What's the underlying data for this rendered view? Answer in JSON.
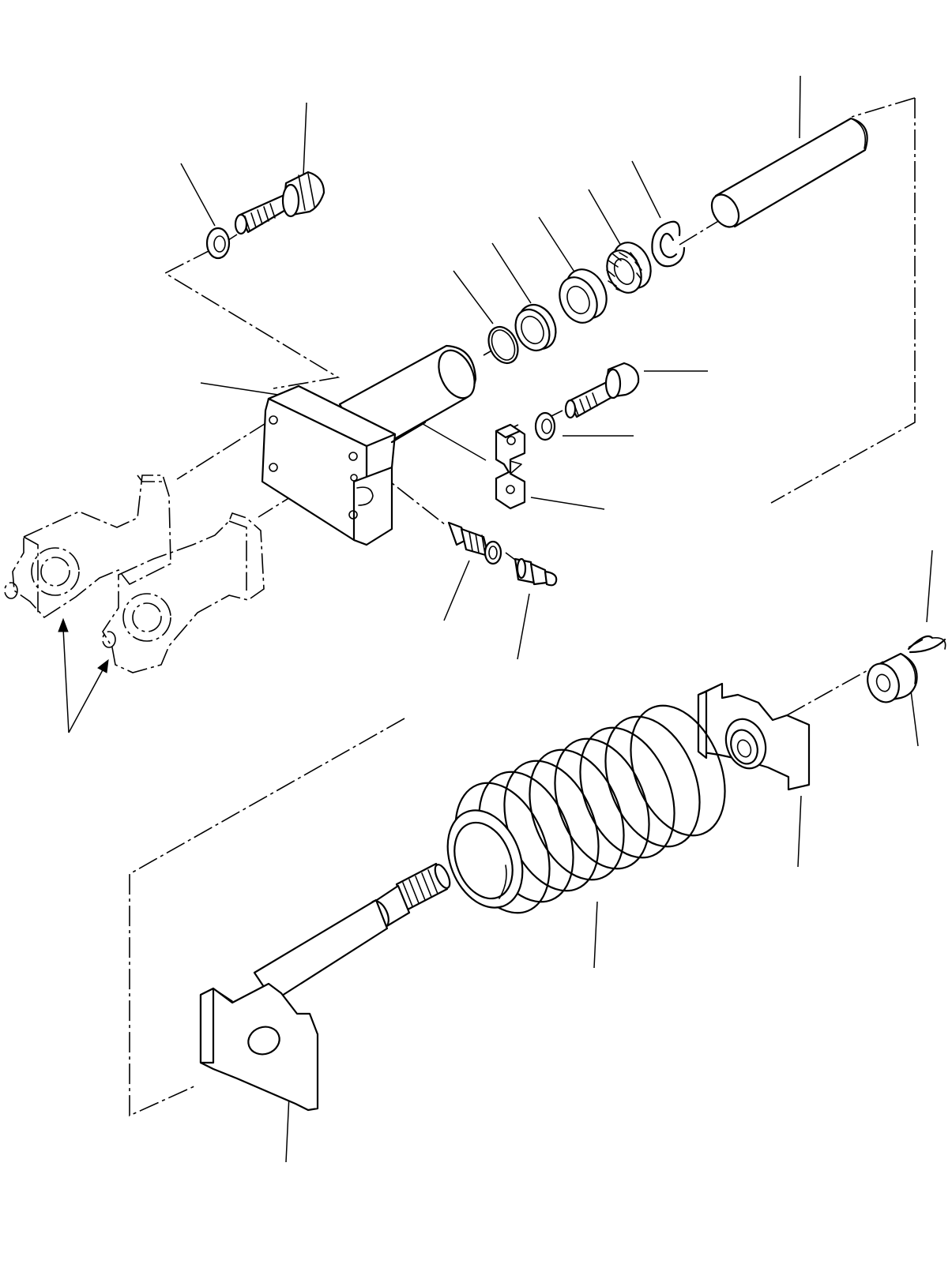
{
  "diagram": {
    "type": "exploded parts view",
    "line_color": "#000000",
    "background_color": "#ffffff",
    "parts": [
      {
        "id": "bolt-upper"
      },
      {
        "id": "washer-upper"
      },
      {
        "id": "rod"
      },
      {
        "id": "snap-ring"
      },
      {
        "id": "bushing"
      },
      {
        "id": "seal-ring"
      },
      {
        "id": "ring"
      },
      {
        "id": "o-ring"
      },
      {
        "id": "cylinder-body"
      },
      {
        "id": "bolt-mid"
      },
      {
        "id": "washer-mid"
      },
      {
        "id": "lock-plate"
      },
      {
        "id": "grease-valve"
      },
      {
        "id": "grease-fitting"
      },
      {
        "id": "yokes"
      },
      {
        "id": "cotter-pin"
      },
      {
        "id": "nut"
      },
      {
        "id": "spring-seat-front"
      },
      {
        "id": "spring"
      },
      {
        "id": "spring-rod"
      }
    ]
  }
}
